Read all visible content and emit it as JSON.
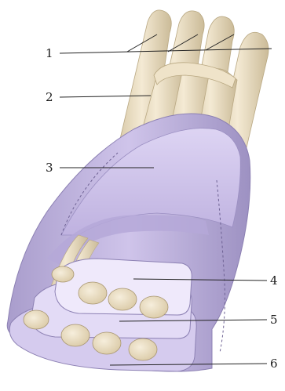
{
  "figure": {
    "labels": [
      {
        "id": "1",
        "text": "1"
      },
      {
        "id": "2",
        "text": "2"
      },
      {
        "id": "3",
        "text": "3"
      },
      {
        "id": "4",
        "text": "4"
      },
      {
        "id": "5",
        "text": "5"
      },
      {
        "id": "6",
        "text": "6"
      }
    ]
  },
  "colors": {
    "background": "#ffffff",
    "tendon_fill": "#eee2c8",
    "tendon_shade": "#d2c2a0",
    "sheath_fill": "#c9bde6",
    "sheath_shade": "#a89ccb",
    "sheath_highlight": "#e6defa",
    "leader_line": "#222222"
  }
}
